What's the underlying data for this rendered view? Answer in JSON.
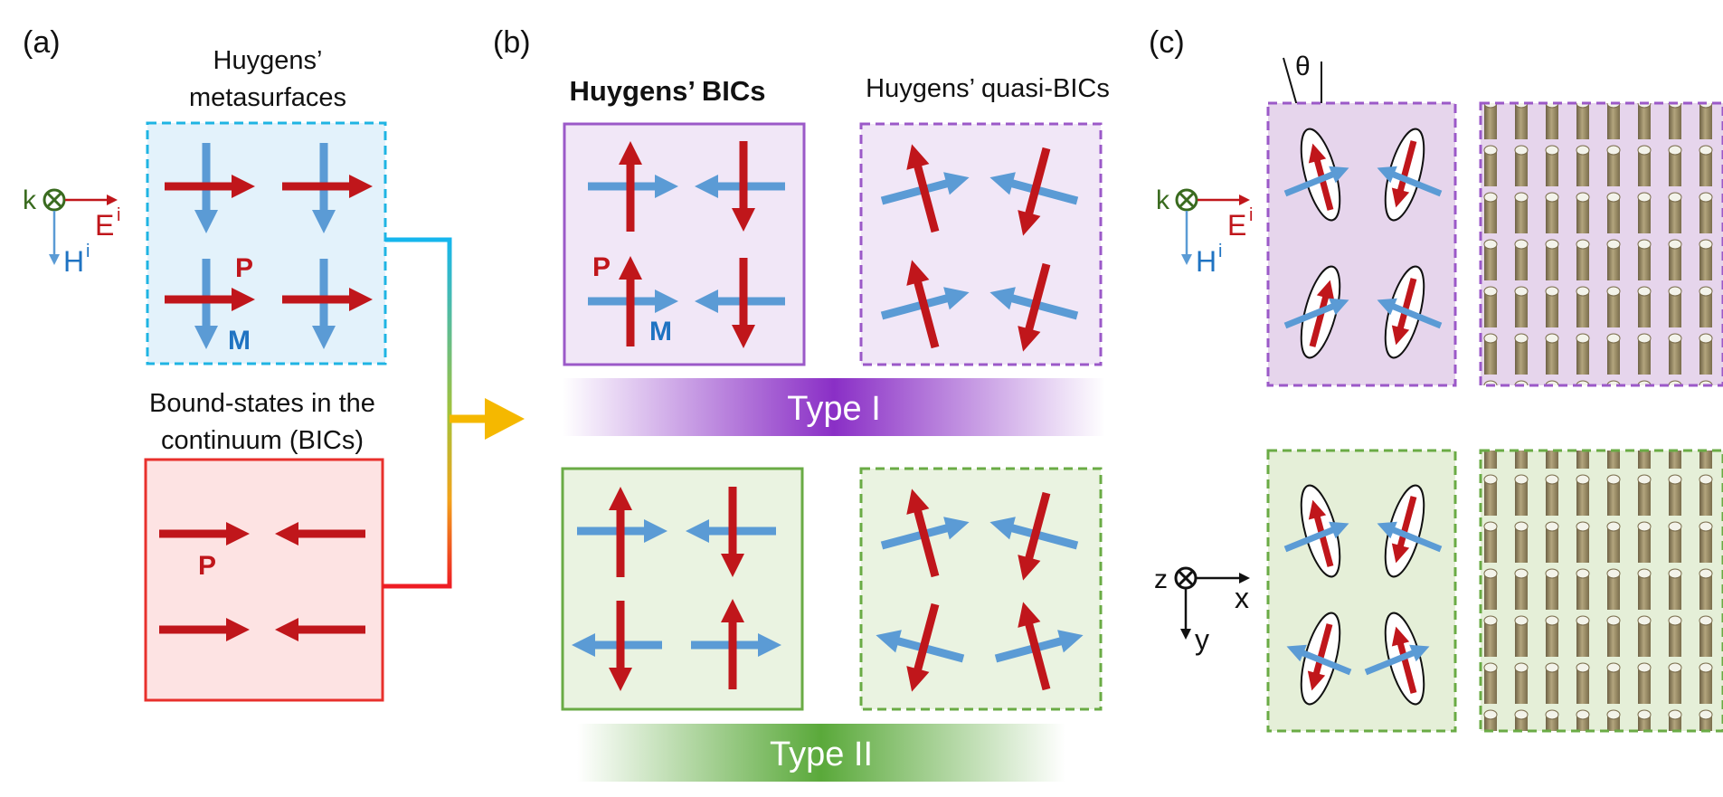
{
  "panels": {
    "a": {
      "label": "(a)",
      "meta_title_line1": "Huygens’",
      "meta_title_line2": "metasurfaces",
      "bic_title_line1": "Bound-states in the",
      "bic_title_line2": "continuum (BICs)",
      "label_P_meta": "P",
      "label_M_meta": "M",
      "label_P_bic": "P",
      "axes": {
        "k": "k",
        "E": "E",
        "E_sup": "i",
        "H": "H",
        "H_sup": "i"
      }
    },
    "b": {
      "label": "(b)",
      "bic_header": "Huygens’ BICs",
      "qbic_header": "Huygens’ quasi-BICs",
      "label_P": "P",
      "label_M": "M",
      "type1": "Type I",
      "type2": "Type II"
    },
    "c": {
      "label": "(c)",
      "theta": "θ",
      "axes1": {
        "k": "k",
        "E": "E",
        "E_sup": "i",
        "H": "H",
        "H_sup": "i"
      },
      "axes2": {
        "z": "z",
        "x": "x",
        "y": "y"
      }
    }
  },
  "colors": {
    "electric": "#c0161b",
    "magnetic": "#5b9bd5",
    "purple": "#9b59c8",
    "green": "#6aab45",
    "meta_border": "#1fb4e3",
    "bic_border": "#e8302c",
    "connector_arrow": "#f5b800"
  }
}
